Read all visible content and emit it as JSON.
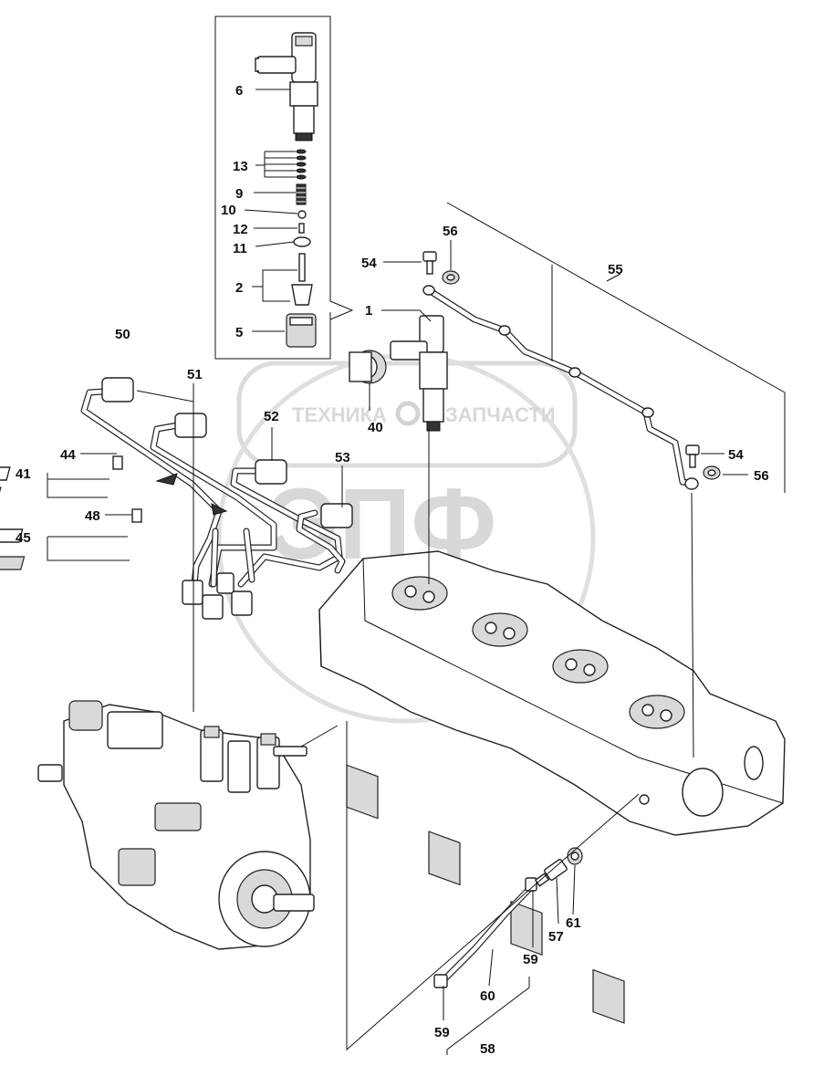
{
  "watermark": {
    "left_text": "ТЕХНИКА",
    "right_text": "ЗАПЧАСТИ",
    "logo_text": "ЭПФ"
  },
  "callouts": {
    "c1": "1",
    "c2": "2",
    "c5": "5",
    "c6": "6",
    "c9": "9",
    "c10": "10",
    "c11": "11",
    "c12": "12",
    "c13": "13",
    "c40": "40",
    "c41": "41",
    "c44": "44",
    "c45": "45",
    "c48": "48",
    "c50": "50",
    "c51": "51",
    "c52": "52",
    "c53": "53",
    "c54a": "54",
    "c54b": "54",
    "c55": "55",
    "c56a": "56",
    "c56b": "56",
    "c57": "57",
    "c58": "58",
    "c59a": "59",
    "c59b": "59",
    "c60": "60",
    "c61": "61"
  }
}
